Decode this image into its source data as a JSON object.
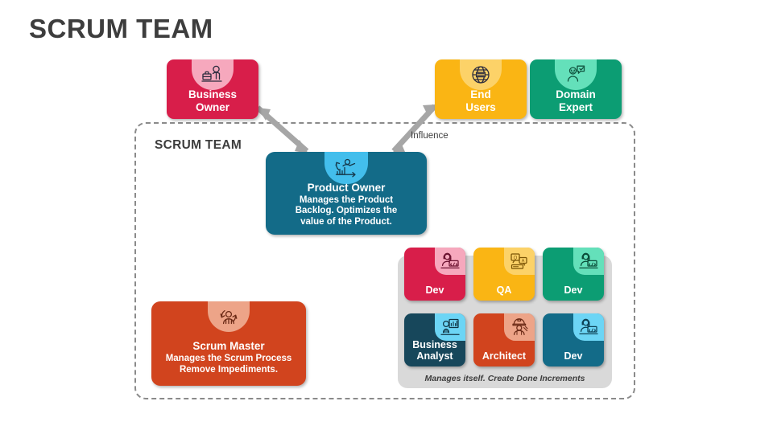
{
  "page": {
    "title": "SCRUM TEAM",
    "background_color": "#ffffff",
    "title_color": "#3d3d3d"
  },
  "boundary": {
    "label": "SCRUM TEAM",
    "style": "dashed",
    "border_color": "#8a8a8a"
  },
  "connectors": {
    "influence_label": "Influence",
    "color": "#a6a6a6",
    "links": [
      {
        "from": "Business Owner",
        "to": "Product Owner",
        "bidirectional": true,
        "label": ""
      },
      {
        "from": "End Users",
        "to": "Product Owner",
        "bidirectional": true,
        "label": "Influence"
      }
    ]
  },
  "stakeholders": [
    {
      "id": "business-owner",
      "title": "Business Owner",
      "title_lines": [
        "Business",
        "Owner"
      ],
      "color": "#D81E4A",
      "badge_color": "#F6A8BD",
      "icon": "businessperson-icon"
    },
    {
      "id": "end-users",
      "title": "End Users",
      "title_lines": [
        "End",
        "Users"
      ],
      "color": "#FAB514",
      "badge_color": "#FCD268",
      "icon": "globe-icon"
    },
    {
      "id": "domain-expert",
      "title": "Domain Expert",
      "title_lines": [
        "Domain",
        "Expert"
      ],
      "color": "#0C9D73",
      "badge_color": "#64E0BA",
      "icon": "expert-speech-icon"
    }
  ],
  "roles": {
    "product_owner": {
      "title": "Product Owner",
      "description": "Manages the Product Backlog. Optimizes the value of the Product.",
      "description_lines": [
        "Manages the Product",
        "Backlog. Optimizes the",
        "value of the Product."
      ],
      "color": "#136B88",
      "badge_color": "#43BEEC",
      "icon": "backlog-priority-icon"
    },
    "scrum_master": {
      "title": "Scrum Master",
      "description": "Manages the Scrum Process Remove Impediments.",
      "description_lines": [
        "Manages the Scrum Process",
        "Remove Impediments."
      ],
      "color": "#D1441E",
      "badge_color": "#EDA488",
      "icon": "facilitator-cycle-icon"
    }
  },
  "dev_team": {
    "panel_color": "#D9D9D9",
    "caption": "Manages itself. Create Done Increments",
    "members": [
      {
        "id": "dev-1",
        "label": "Dev",
        "label_lines": [
          "Dev"
        ],
        "color": "#D81E4A",
        "badge_color": "#F6A8BD",
        "icon": "developer-headset-icon"
      },
      {
        "id": "qa",
        "label": "QA",
        "label_lines": [
          "QA"
        ],
        "color": "#FAB514",
        "badge_color": "#FCD268",
        "icon": "qa-question-answer-icon"
      },
      {
        "id": "dev-2",
        "label": "Dev",
        "label_lines": [
          "Dev"
        ],
        "color": "#0C9D73",
        "badge_color": "#64E0BA",
        "icon": "developer-headset-icon"
      },
      {
        "id": "business-analyst",
        "label": "Business Analyst",
        "label_lines": [
          "Business",
          "Analyst"
        ],
        "color": "#17475B",
        "badge_color": "#6CD5F5",
        "icon": "analyst-chart-icon"
      },
      {
        "id": "architect",
        "label": "Architect",
        "label_lines": [
          "Architect"
        ],
        "color": "#D1441E",
        "badge_color": "#EDA488",
        "icon": "architect-helmet-icon"
      },
      {
        "id": "dev-3",
        "label": "Dev",
        "label_lines": [
          "Dev"
        ],
        "color": "#136B88",
        "badge_color": "#6CD5F5",
        "icon": "developer-headset-icon"
      }
    ]
  }
}
